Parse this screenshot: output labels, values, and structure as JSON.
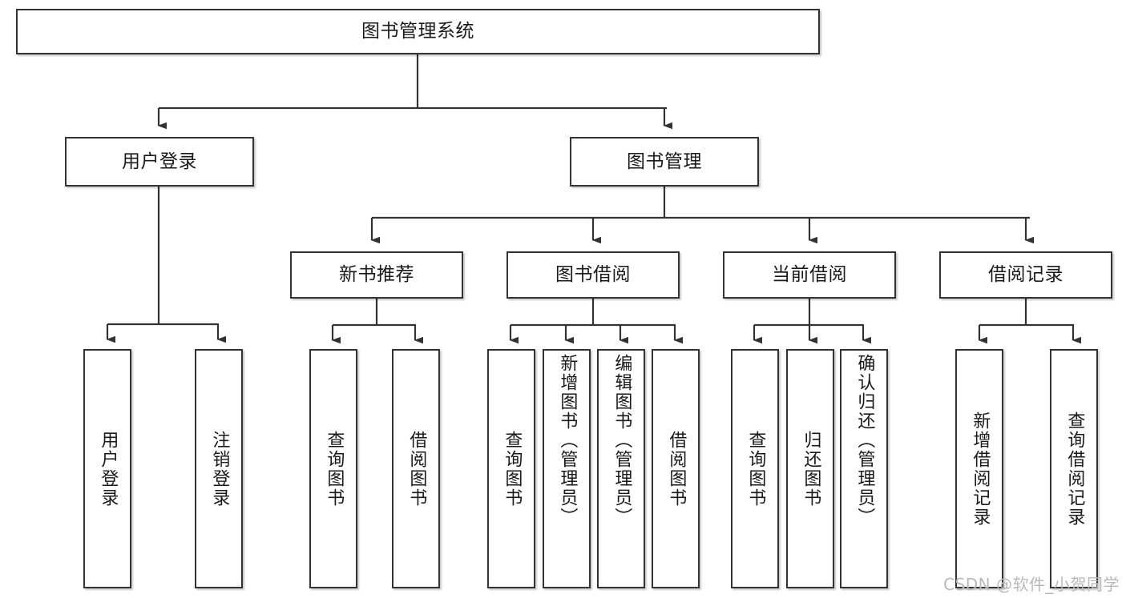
{
  "diagram": {
    "title": "图书管理系统",
    "type": "hierarchy-tree",
    "root": {
      "id": "root",
      "label": "图书管理系统"
    },
    "level2": [
      {
        "id": "user-login",
        "label": "用户登录"
      },
      {
        "id": "book-manage",
        "label": "图书管理"
      }
    ],
    "level3": [
      {
        "id": "new-book-recommend",
        "label": "新书推荐"
      },
      {
        "id": "book-borrow",
        "label": "图书借阅"
      },
      {
        "id": "current-borrow",
        "label": "当前借阅"
      },
      {
        "id": "borrow-record",
        "label": "借阅记录"
      }
    ],
    "leaves": {
      "user_login": [
        {
          "id": "leaf-user-login",
          "label": "用户登录"
        },
        {
          "id": "leaf-logout-login",
          "label": "注销登录"
        }
      ],
      "new_book_recommend": [
        {
          "id": "leaf-query-book-1",
          "label": "查询图书"
        },
        {
          "id": "leaf-borrow-book-1",
          "label": "借阅图书"
        }
      ],
      "book_borrow": [
        {
          "id": "leaf-query-book-2",
          "label": "查询图书"
        },
        {
          "id": "leaf-add-book",
          "label": "新增图书（管理员）"
        },
        {
          "id": "leaf-edit-book",
          "label": "编辑图书（管理员）"
        },
        {
          "id": "leaf-borrow-book-2",
          "label": "借阅图书"
        }
      ],
      "current_borrow": [
        {
          "id": "leaf-query-book-3",
          "label": "查询图书"
        },
        {
          "id": "leaf-return-book",
          "label": "归还图书"
        },
        {
          "id": "leaf-confirm-return",
          "label": "确认归还（管理员）"
        }
      ],
      "borrow_record": [
        {
          "id": "leaf-add-record",
          "label": "新增借阅记录"
        },
        {
          "id": "leaf-query-record",
          "label": "查询借阅记录"
        }
      ]
    }
  },
  "watermark": {
    "text": "CSDN @软件_小贺同学"
  },
  "colors": {
    "box_border": "#333333",
    "box_fill": "#ffffff",
    "text": "#1a1a1a",
    "edge": "#333333",
    "watermark": "#b9b9b9"
  }
}
